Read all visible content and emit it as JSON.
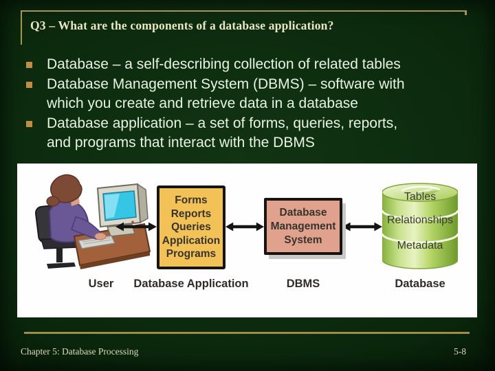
{
  "slide": {
    "title": "Q3 – What are the components of a database application?",
    "bullets": [
      "Database – a self-describing collection of related tables",
      "Database Management System (DBMS) – software with\nwhich you create and retrieve data in a database",
      "Database application – a set of forms, queries, reports,\nand programs that interact with the DBMS"
    ],
    "footer": {
      "left": "Chapter 5: Database Processing",
      "right": "5-8"
    }
  },
  "diagram": {
    "app_box": "Forms\nReports\nQueries\nApplication\nPrograms",
    "dbms_box": "Database\nManagement\nSystem",
    "cylinder_items": [
      "Tables",
      "Relationships",
      "Metadata"
    ],
    "labels": {
      "user": "User",
      "application": "Database Application",
      "dbms": "DBMS",
      "database": "Database"
    },
    "icons": {
      "user_figure": "user-at-computer-icon",
      "double_arrow": "double-arrow-icon",
      "database_cylinder": "database-cylinder-icon"
    }
  },
  "colors": {
    "background_green": "#0d2c0f",
    "accent_gold": "#a6954f",
    "bullet_marker_gold": "#c18d3e",
    "title_text": "#ebe6c4",
    "body_text": "#e8f3e3",
    "panel_background": "#fefefe",
    "app_box_fill": "#f3c257",
    "dbms_box_fill": "#e0a28d",
    "cylinder_green": "#8fbe3c",
    "arrow_black": "#141414"
  }
}
